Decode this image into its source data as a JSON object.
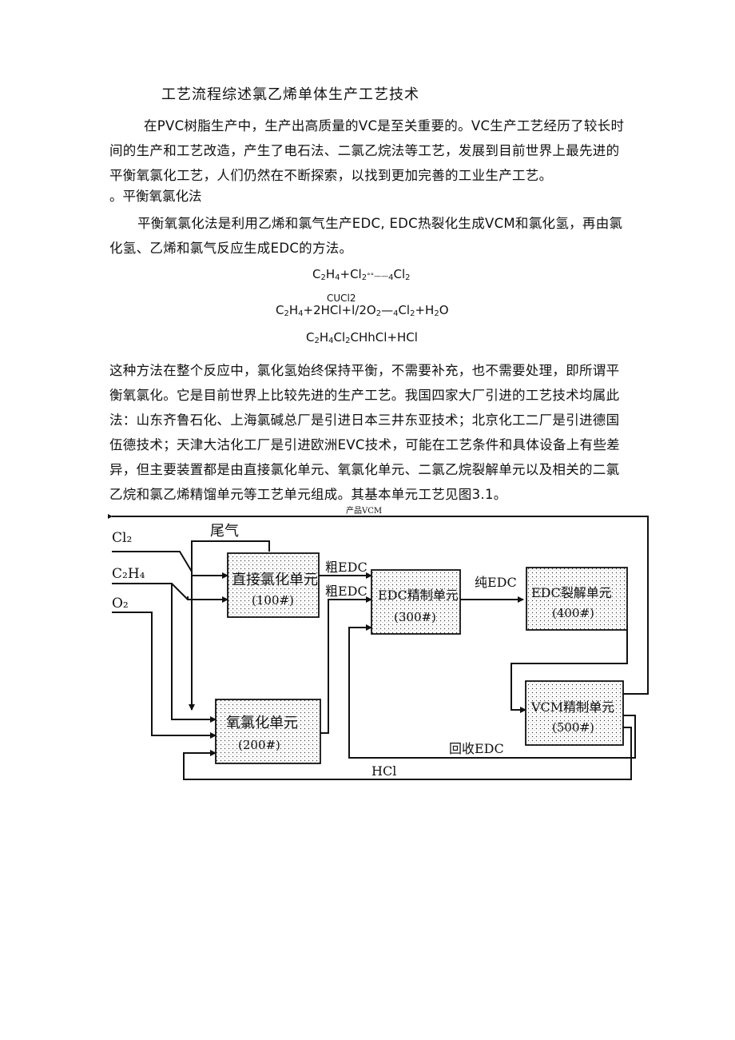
{
  "document": {
    "title": "工艺流程综述氯乙烯单体生产工艺技术",
    "intro": "在PVC树脂生产中，生产出高质量的VC是至关重要的。VC生产工艺经历了较长时间的生产和工艺改造，产生了电石法、二氯乙烷法等工艺，发展到目前世界上最先进的平衡氧氯化工艺，人们仍然在不断探索，以找到更加完善的工业生产工艺。",
    "section_heading": "。平衡氧氯化法",
    "method_desc": "平衡氧氯化法是利用乙烯和氯气生产EDC, EDC热裂化生成VCM和氯化氢，再由氯化氢、乙烯和氯气反应生成EDC的方法。",
    "closing": "这种方法在整个反应中，氯化氢始终保持平衡，不需要补充，也不需要处理，即所谓平衡氧氯化。它是目前世界上比较先进的生产工艺。我国四家大厂引进的工艺技术均属此法：山东齐鲁石化、上海氯碱总厂是引进日本三井东亚技术；北京化工二厂是引进德国伍德技术；天津大沽化工厂是引进欧洲EVC技术，可能在工艺条件和具体设备上有些差异，但主要装置都是由直接氯化单元、氧氯化单元、二氯乙烷裂解单元以及相关的二氯乙烷和氯乙烯精馏单元等工艺单元组成。其基本单元工艺见图3.1。"
  },
  "equations": {
    "eq1": {
      "lhs_a": "C",
      "s1": "2",
      "lhs_b": "H",
      "s2": "4",
      "lhs_c": "+Cl",
      "s3": "2",
      "mid": "°°——",
      "s4": "4",
      "rhs": "Cl",
      "s5": "2"
    },
    "catalyst": "CUCl2",
    "eq2": {
      "a": "C",
      "s1": "2",
      "b": "H",
      "s2": "4",
      "c": "+2HCl+l/2O",
      "s3": "2",
      "d": "—",
      "s4": "4",
      "e": "Cl",
      "s5": "2",
      "f": "+H",
      "s6": "2",
      "g": "O"
    },
    "eq3": {
      "a": "C",
      "s1": "2",
      "b": "H",
      "s2": "4",
      "c": "Cl",
      "s3": "2",
      "d": "CHhCl+HCl"
    }
  },
  "diagram": {
    "product_label": "产品VCM",
    "inputs": {
      "cl2": "Cl₂",
      "c2h4": "C₂H₄",
      "o2": "O₂"
    },
    "tail_gas": "尾气",
    "units": [
      {
        "name": "直接氯化单元",
        "code": "(100#)"
      },
      {
        "name": "EDC精制单元",
        "code": "(300#)"
      },
      {
        "name": "EDC裂解单元",
        "code": "(400#)"
      },
      {
        "name": "氧氯化单元",
        "code": "(200#)"
      },
      {
        "name": "VCM精制单元",
        "code": "(500#)"
      }
    ],
    "labels": {
      "crude_edc_1": "粗EDC",
      "crude_edc_2": "粗EDC",
      "pure_edc": "纯EDC",
      "recycle_edc": "回收EDC",
      "hcl": "HCl"
    }
  }
}
